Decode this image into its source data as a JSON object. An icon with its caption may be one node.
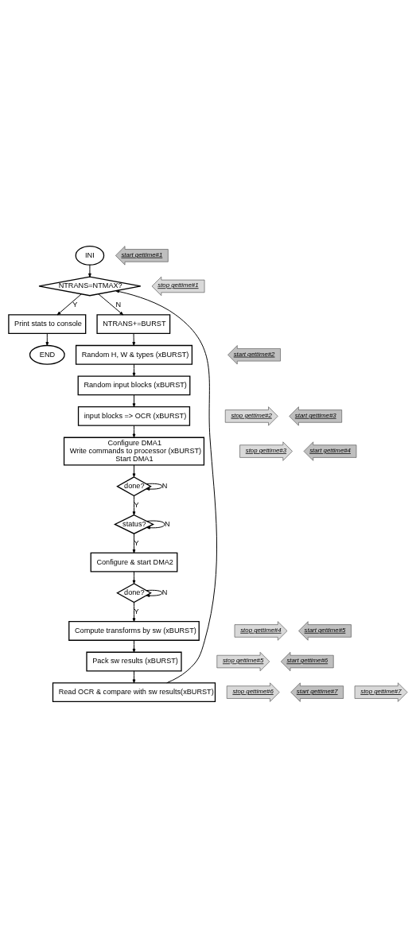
{
  "diagram": {
    "nodes": [
      {
        "text": [
          "INI"
        ]
      },
      {
        "text": [
          "start gettime#1"
        ]
      },
      {
        "text": [
          "NTRANS=NTMAX?"
        ]
      },
      {
        "text": [
          "stop gettime#1"
        ]
      },
      {
        "text": [
          "Print stats to console"
        ]
      },
      {
        "text": [
          "NTRANS+=BURST"
        ]
      },
      {
        "text": [
          "start gettime#2"
        ]
      },
      {
        "text": [
          "Random H, W & types (xBURST)"
        ]
      },
      {
        "text": [
          "END"
        ]
      },
      {
        "text": [
          "Random input blocks (xBURST)"
        ]
      },
      {
        "text": [
          "stop gettime#2"
        ]
      },
      {
        "text": [
          "start gettime#3"
        ]
      },
      {
        "text": [
          "input blocks => OCR (xBURST)"
        ]
      },
      {
        "text": [
          "stop gettime#3"
        ]
      },
      {
        "text": [
          "start gettime#4"
        ]
      },
      {
        "text": [
          "Configure DMA1",
          "Write commands to processor (xBURST)",
          "Start DMA1"
        ]
      },
      {
        "text": [
          "done?"
        ]
      },
      {
        "text": [
          "status?"
        ]
      },
      {
        "text": [
          "Configure & start DMA2"
        ]
      },
      {
        "text": [
          "done?"
        ]
      },
      {
        "text": [
          "stop gettime#4"
        ]
      },
      {
        "text": [
          "start gettime#5"
        ]
      },
      {
        "text": [
          "Compute transforms by sw (xBURST)"
        ]
      },
      {
        "text": [
          "stop gettime#5"
        ]
      },
      {
        "text": [
          "start gettime#6"
        ]
      },
      {
        "text": [
          "Pack sw results (xBURST)"
        ]
      },
      {
        "text": [
          "stop gettime#6"
        ]
      },
      {
        "text": [
          "start gettime#7"
        ]
      },
      {
        "text": [
          "Read OCR & compare with sw results(xBURST)"
        ]
      },
      {
        "text": [
          "stop gettime#7"
        ]
      }
    ],
    "edges": [
      {
        "from": 0,
        "to": 2,
        "arrow": "to"
      },
      {
        "from": 2,
        "to": 4,
        "arrow": "to",
        "label": "Y"
      },
      {
        "from": 2,
        "to": 5,
        "arrow": "to",
        "label": "N"
      },
      {
        "from": 4,
        "to": 8,
        "arrow": "to"
      },
      {
        "from": 5,
        "to": 7,
        "arrow": "to"
      },
      {
        "from": 7,
        "to": 9,
        "arrow": "to"
      },
      {
        "from": 9,
        "to": 12,
        "arrow": "to"
      },
      {
        "from": 12,
        "to": 15,
        "arrow": "to"
      },
      {
        "from": 15,
        "to": 16,
        "arrow": "to"
      },
      {
        "from": 16,
        "to": 16,
        "arrow": "to",
        "label": "N"
      },
      {
        "from": 16,
        "to": 17,
        "arrow": "to",
        "label": "Y"
      },
      {
        "from": 17,
        "to": 17,
        "arrow": "to",
        "label": "N"
      },
      {
        "from": 17,
        "to": 18,
        "arrow": "to",
        "label": "Y"
      },
      {
        "from": 18,
        "to": 19,
        "arrow": "to"
      },
      {
        "from": 19,
        "to": 19,
        "arrow": "to",
        "label": "N"
      },
      {
        "from": 19,
        "to": 22,
        "arrow": "to",
        "label": "Y"
      },
      {
        "from": 22,
        "to": 25,
        "arrow": "to"
      },
      {
        "from": 25,
        "to": 28,
        "arrow": "to"
      },
      {
        "from": 28,
        "to": 2,
        "arrow": "to"
      }
    ]
  }
}
